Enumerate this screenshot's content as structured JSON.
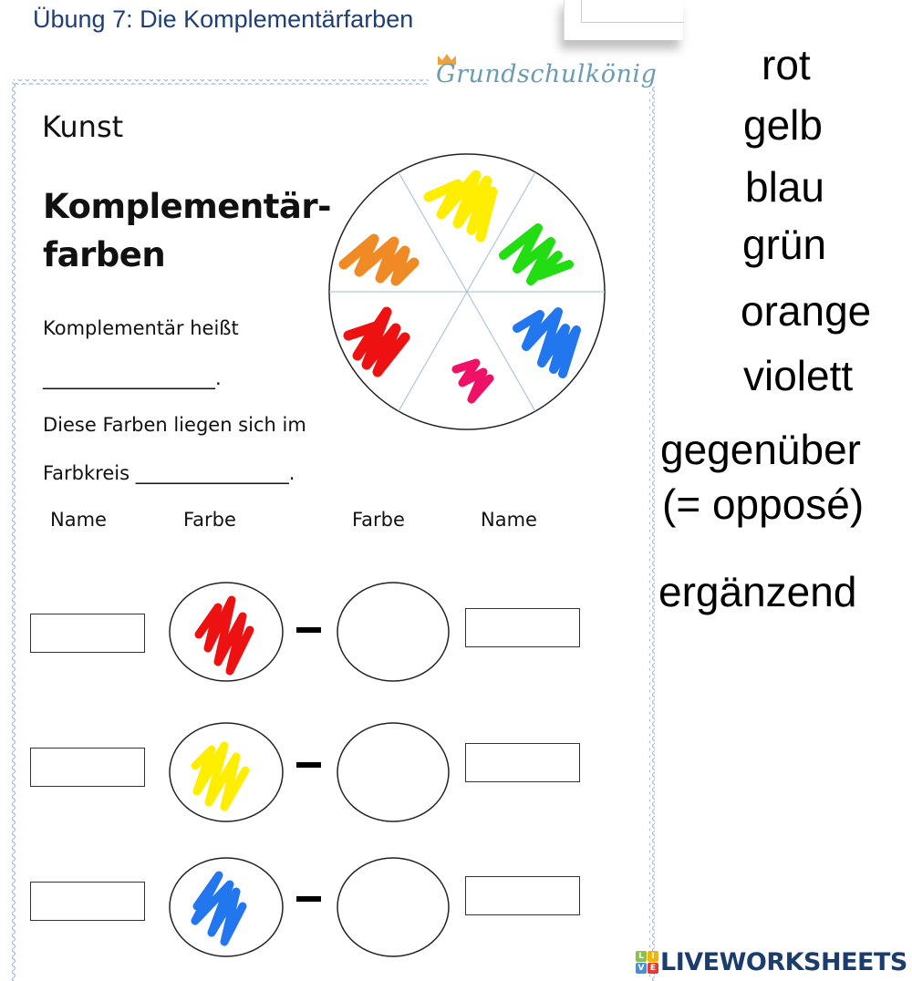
{
  "header": {
    "title": "Übung 7: Die Komplementärfarben",
    "publisher_logo": "Grundschulkönig"
  },
  "worksheet": {
    "subject": "Kunst",
    "heading_line1": "Komplementär-",
    "heading_line2": "farben",
    "sentence1": "Komplementär heißt",
    "blank1": "__________________.",
    "sentence2": "Diese Farben liegen sich im",
    "sentence3": "Farbkreis ________________.",
    "color_wheel": {
      "segments": [
        {
          "position": "top",
          "color": "#ffee00"
        },
        {
          "position": "top-right",
          "color": "#22dd11"
        },
        {
          "position": "bottom-right",
          "color": "#2277ee"
        },
        {
          "position": "bottom",
          "color": "#ee1166"
        },
        {
          "position": "bottom-left",
          "color": "#ee1111"
        },
        {
          "position": "top-left",
          "color": "#f08a24"
        }
      ]
    },
    "columns": [
      "Name",
      "Farbe",
      "Farbe",
      "Name"
    ],
    "pairs": [
      {
        "name_left": "",
        "color_left": "#ee1111",
        "dash": "–",
        "color_right": "",
        "name_right": ""
      },
      {
        "name_left": "",
        "color_left": "#ffee00",
        "dash": "–",
        "color_right": "",
        "name_right": ""
      },
      {
        "name_left": "",
        "color_left": "#2277ee",
        "dash": "–",
        "color_right": "",
        "name_right": ""
      }
    ]
  },
  "word_bank": {
    "words": [
      "rot",
      "gelb",
      "blau",
      "grün",
      "orange",
      "violett",
      "gegenüber",
      "(= opposé)",
      "ergänzend"
    ]
  },
  "footer": {
    "brand": "LIVEWORKSHEETS",
    "brand_tiles": [
      "L",
      "I",
      "V",
      "E"
    ]
  }
}
